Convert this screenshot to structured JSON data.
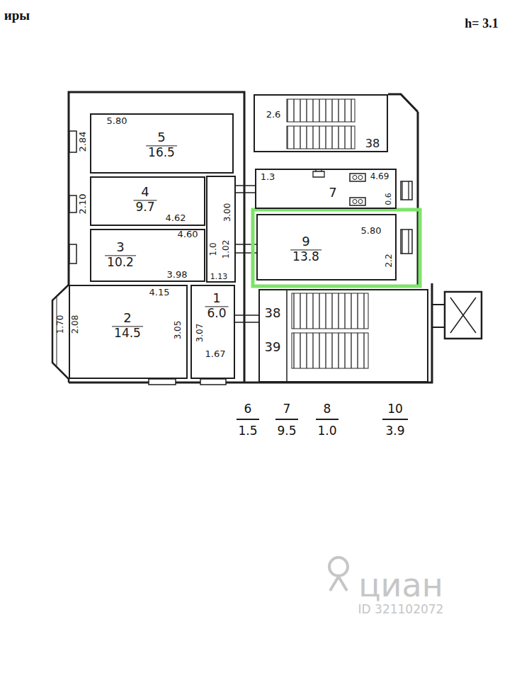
{
  "diagram": {
    "nodes": [
      {
        "text": [
          "5",
          "16.5"
        ]
      },
      {
        "text": [
          "4",
          "9.7"
        ]
      },
      {
        "text": [
          "3",
          "10.2"
        ]
      },
      {
        "text": [
          "2",
          "14.5"
        ]
      },
      {
        "text": [
          "1",
          "6.0"
        ]
      },
      {
        "text": [
          "38"
        ]
      },
      {
        "text": [
          "7"
        ]
      },
      {
        "text": [
          "9",
          "13.8"
        ]
      },
      {
        "text": [
          "38",
          "39"
        ]
      }
    ],
    "labels": [
      "иры",
      "h= 3.1",
      "5.80",
      "2.84",
      "2.10",
      "4.62",
      "4.60",
      "3.98",
      "1.0",
      "3.00",
      "1.02",
      "1.13",
      "4.15",
      "1.70",
      "2.08",
      "3.05",
      "3.07",
      "1.67",
      "2.6",
      "1.3",
      "4.69",
      "0.6",
      "5.80",
      "2.2",
      "6",
      "1.5",
      "7",
      "9.5",
      "8",
      "1.0",
      "10",
      "3.9",
      "циан",
      "ID 321102072"
    ]
  }
}
